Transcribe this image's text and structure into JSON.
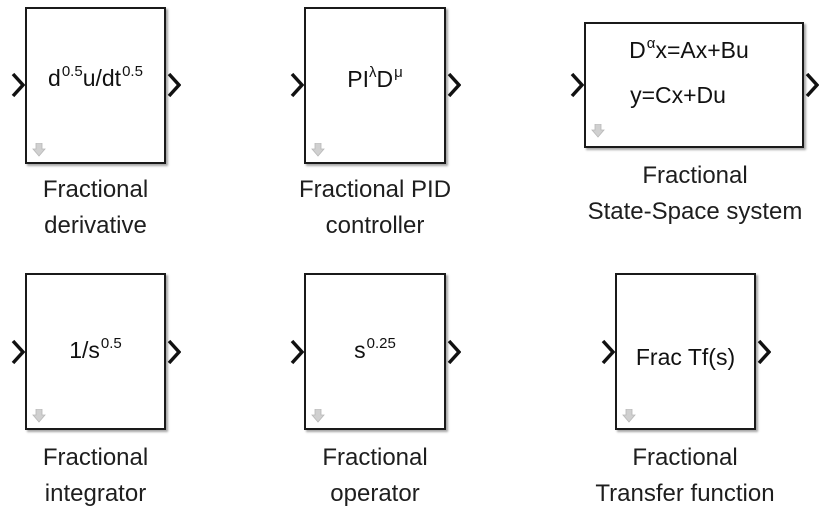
{
  "blocks": [
    {
      "id": "fractional-derivative",
      "display": {
        "base": "d",
        "exp1": "0.5",
        "mid": "u/dt",
        "exp2": "0.5"
      },
      "label_line1": "Fractional",
      "label_line2": "derivative"
    },
    {
      "id": "fractional-pid-controller",
      "display": {
        "base": "PI",
        "exp1": "λ",
        "mid": "D",
        "exp2": "μ"
      },
      "label_line1": "Fractional PID",
      "label_line2": "controller"
    },
    {
      "id": "fractional-state-space",
      "display": {
        "line1_base": "D",
        "line1_exp": "α",
        "line1_rest": "x=Ax+Bu",
        "line2": "y=Cx+Du"
      },
      "label_line1": "Fractional",
      "label_line2": "State-Space system"
    },
    {
      "id": "fractional-integrator",
      "display": {
        "base": "1/s",
        "exp": "0.5"
      },
      "label_line1": "Fractional",
      "label_line2": "integrator"
    },
    {
      "id": "fractional-operator",
      "display": {
        "base": "s",
        "exp": "0.25"
      },
      "label_line1": "Fractional",
      "label_line2": "operator"
    },
    {
      "id": "fractional-transfer-function",
      "display": {
        "text": "Frac Tf(s)"
      },
      "label_line1": "Fractional",
      "label_line2": "Transfer function"
    }
  ],
  "icons": {
    "port": "chevron-right",
    "mask": "down-arrow"
  },
  "colors": {
    "border": "#1a1a1a",
    "port": "#111111",
    "mask_arrow": "#c8c8c8",
    "text": "#222222"
  }
}
